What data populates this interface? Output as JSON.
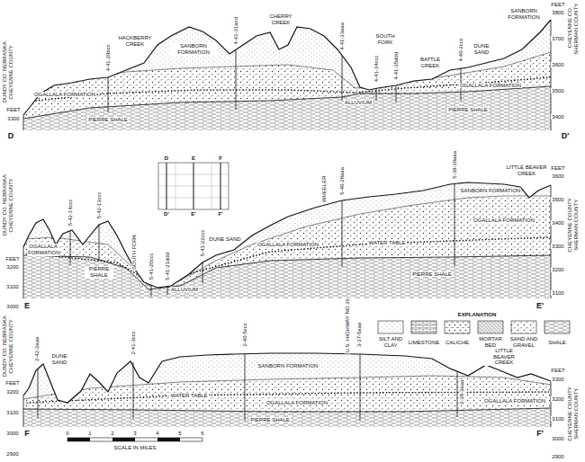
{
  "diagram": {
    "labels": [
      "D",
      "D'",
      "FEET",
      "3300",
      "FEET",
      "3800",
      "3700",
      "3600",
      "3500",
      "3400",
      "DUNDY CO. NEBRASKA",
      "CHEYENNE COUNTY",
      "CHEYENNE CO.",
      "SHERMAN COUNTY",
      "HACKBERRY CREEK",
      "SANBORN FORMATION",
      "CHERRY CREEK",
      "SOUTH FORK",
      "BATTLE CREEK",
      "DUNE SAND",
      "SANBORN FORMATION",
      "OGALLALA FORMATION",
      "OGALLALA FORMATION",
      "PIERRE SHALE",
      "PIERRE SHALE",
      "ALLUVIUM",
      "4-41-29bcc",
      "4-41-31acd",
      "4-41-33aaa",
      "4-41-34ccc",
      "4-41-35ddd",
      "4-40-2ccc",
      "E",
      "E'",
      "FEET",
      "3200",
      "3100",
      "3000",
      "FEET",
      "3600",
      "3500",
      "3400",
      "3300",
      "3200",
      "3100",
      "DUNDY CO. NEBRASKA",
      "CHEYENNE COUNTY",
      "CHEYENNE COUNTY",
      "SHERMAN COUNTY",
      "OGALLALA FORMATION",
      "PIERRE SHALE",
      "SOUTH FORK",
      "DUNE SAND",
      "WHEELER",
      "OGALLALA FORMATION",
      "WATER TABLE",
      "SANBORN FORMATION",
      "LITTLE BEAVER CREEK",
      "OGALLALA FORMATION",
      "PIERRE SHALE",
      "ALLUVIUM",
      "5-42-14ccc",
      "5-42-13ccc",
      "5-41-20ccc",
      "5-41-21ddd",
      "5-41-22ccc",
      "5-40-28aaa",
      "5-39-30aaa",
      "D",
      "E",
      "F",
      "D'",
      "E'",
      "F'",
      "F",
      "F'",
      "FEET",
      "3200",
      "3100",
      "3000",
      "2900",
      "FEET",
      "3300",
      "3200",
      "3100",
      "3000",
      "2900",
      "DUNDY CO. NEBRASKA",
      "CHEYENNE COUNTY",
      "CHEYENNE COUNTY",
      "SHERMAN COUNTY",
      "DUNE SAND",
      "SANBORN FORMATION",
      "U.S. HIGHWAY NO 36",
      "WATER TABLE",
      "OGALLALA FORMATION",
      "PIERRE SHALE",
      "LITTLE BEAVER CREEK",
      "OGALLALA FORMATION",
      "2-42-2aaa",
      "2-41-3ccc",
      "2-40-5ccc",
      "3-37-5aaa",
      "2-38-3aaa",
      "SCALE IN MILES",
      "0",
      "1",
      "2",
      "3",
      "4",
      "5",
      "6",
      "EXPLANATION"
    ],
    "legend": [
      {
        "text": "SILT AND CLAY"
      },
      {
        "text": "LIMESTONE"
      },
      {
        "text": "CALICHE"
      },
      {
        "text": "MORTAR BED"
      },
      {
        "text": "SAND AND GRAVEL"
      },
      {
        "text": "SHALE"
      }
    ]
  }
}
